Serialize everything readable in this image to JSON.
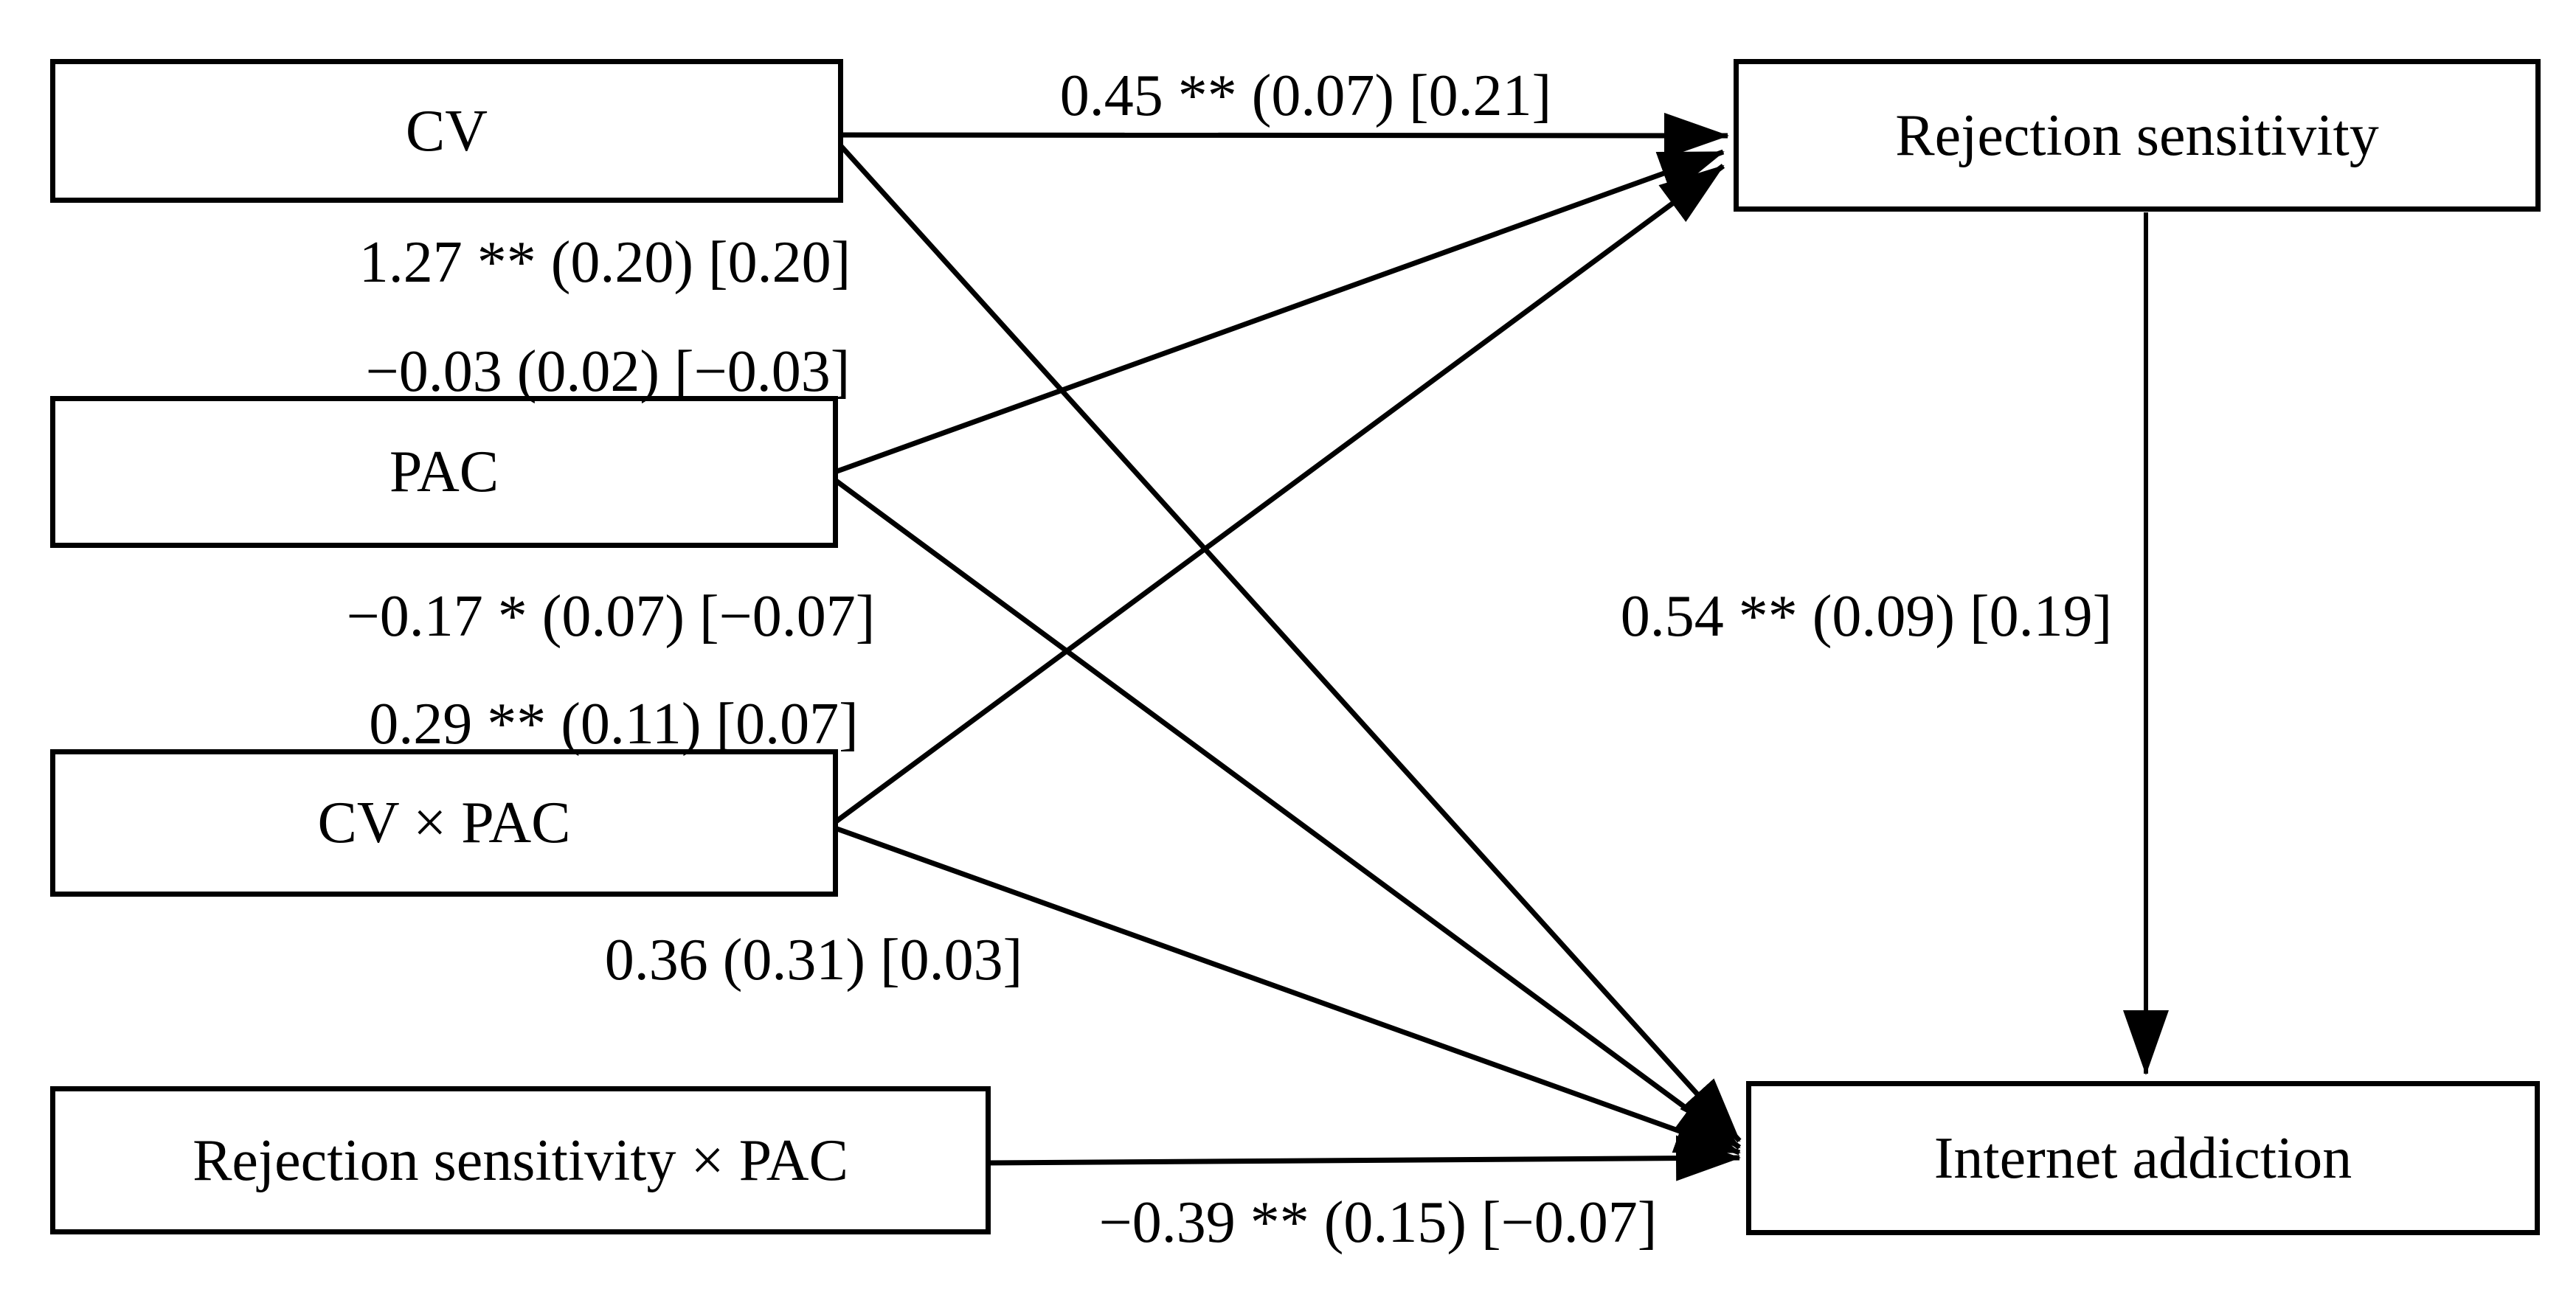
{
  "figure": {
    "type": "path-analysis-diagram",
    "background_color": "#ffffff",
    "line_color": "#000000",
    "box_fill": "#ffffff"
  },
  "nodes": {
    "cv": {
      "label": "CV"
    },
    "pac": {
      "label": "PAC"
    },
    "cv_x_pac": {
      "label": "CV × PAC"
    },
    "rs_x_pac": {
      "label": "Rejection sensitivity × PAC"
    },
    "rejection_sensitivity": {
      "label": "Rejection sensitivity"
    },
    "internet_addiction": {
      "label": "Internet addiction"
    }
  },
  "edges": {
    "cv_to_rs": {
      "from": "CV",
      "to": "Rejection sensitivity",
      "label": "0.45 ** (0.07) [0.21]"
    },
    "cv_to_ia": {
      "from": "CV",
      "to": "Internet addiction",
      "label": "1.27 ** (0.20) [0.20]"
    },
    "pac_to_rs": {
      "from": "PAC",
      "to": "Rejection sensitivity",
      "label": "−0.03 (0.02) [−0.03]"
    },
    "pac_to_ia": {
      "from": "PAC",
      "to": "Internet addiction",
      "label": "−0.17 * (0.07) [−0.07]"
    },
    "cvxpac_to_rs": {
      "from": "CV × PAC",
      "to": "Rejection sensitivity",
      "label": "0.29 ** (0.11) [0.07]"
    },
    "cvxpac_to_ia": {
      "from": "CV × PAC",
      "to": "Internet addiction",
      "label": "0.36 (0.31) [0.03]"
    },
    "rs_to_ia": {
      "from": "Rejection sensitivity",
      "to": "Internet addiction",
      "label": "0.54 ** (0.09) [0.19]"
    },
    "rsxpac_to_ia": {
      "from": "Rejection sensitivity × PAC",
      "to": "Internet addiction",
      "label": "−0.39 ** (0.15) [−0.07]"
    }
  }
}
